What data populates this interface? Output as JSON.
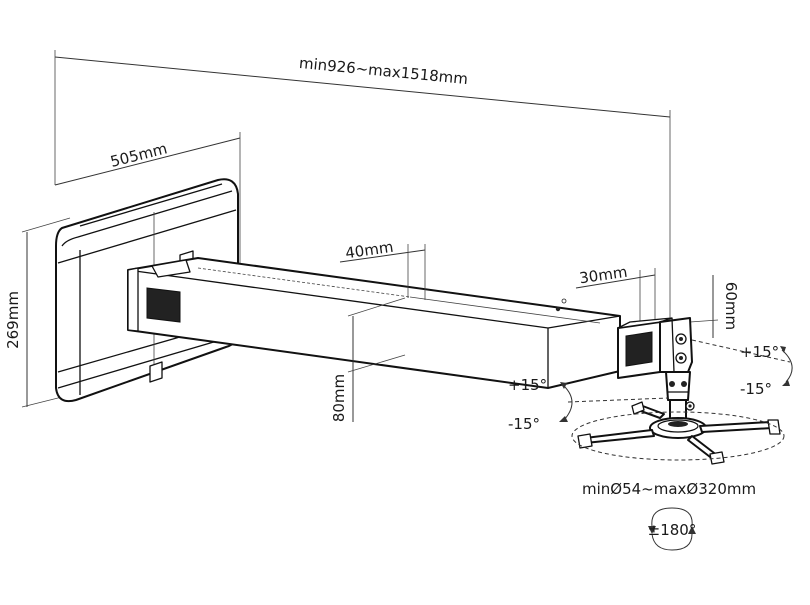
{
  "dimensions": {
    "total_length": "min926~max1518mm",
    "plate_width": "505mm",
    "plate_height": "269mm",
    "arm_width": "40mm",
    "arm_height": "80mm",
    "head_width": "30mm",
    "head_height": "60mm"
  },
  "tilt": {
    "up_right": "+15°",
    "down_right": "-15°",
    "up_left": "+15°",
    "down_left": "-15°"
  },
  "mount_range": "minØ54~maxØ320mm",
  "rotation": "±180°"
}
